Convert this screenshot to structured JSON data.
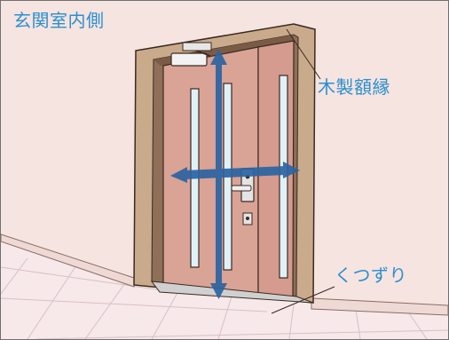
{
  "labels": {
    "room_side": "玄関室内側",
    "wood_frame": "木製額縁",
    "door_mat": "くつずり"
  },
  "colors": {
    "label_text": "#2b8fd0",
    "wall": "#f6e4e0",
    "floor": "#f7e8ea",
    "frame": "#c9ab8c",
    "door_panel": "#d9a396",
    "glass": "#dff1f8",
    "arrow": "#2c64a3"
  },
  "icons": {
    "door_closer": "door-closer-icon",
    "door_handle": "door-handle-icon",
    "lock": "lock-icon"
  }
}
